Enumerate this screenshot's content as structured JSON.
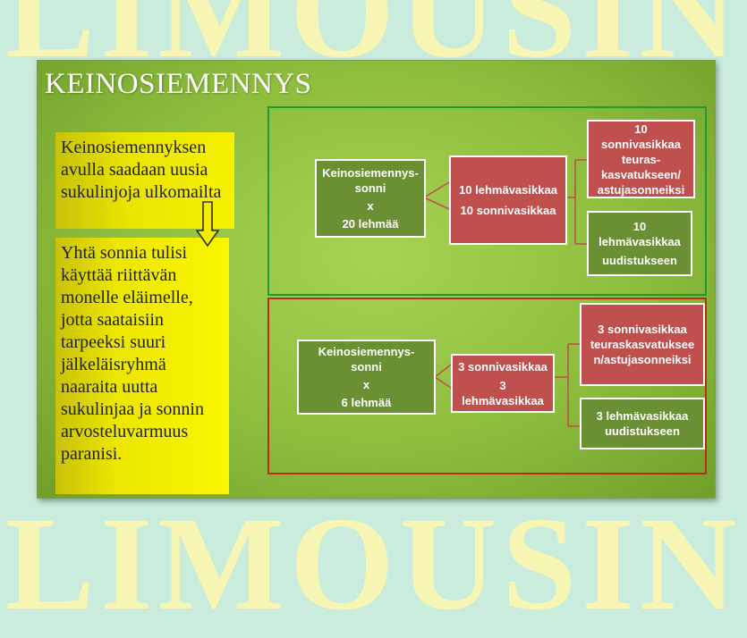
{
  "watermark": {
    "top": "LIMOUSIN",
    "bottom": "LIMOUSIN"
  },
  "slide": {
    "title": "KEINOSIEMENNYS",
    "notes": [
      {
        "text": "Keinosiemennyksen avulla saadaan uusia sukulinjoja ulkomailta"
      },
      {
        "text": "Yhtä sonnia tulisi käyttää riittävän monelle eläimelle, jotta saataisiin tarpeeksi suuri jälkeläisryhmä naaraita uutta sukulinjaa ja sonnin arvosteluvarmuus paranisi."
      }
    ]
  },
  "diagram1": {
    "root": {
      "line1": "Keinosiemennys-",
      "line2": "sonni",
      "line3": "x",
      "line4": "20 lehmää"
    },
    "middle": {
      "line1": "10 lehmävasikkaa",
      "line2": "10 sonnivasikkaa"
    },
    "leaf_top": {
      "line1": "10",
      "line2": "sonnivasikkaa",
      "line3": "teuras-",
      "line4": "kasvatukseen/",
      "line5": "astujasonneiksi"
    },
    "leaf_bottom": {
      "line1": "10",
      "line2": "lehmävasikkaa",
      "line3": "uudistukseen"
    }
  },
  "diagram2": {
    "root": {
      "line1": "Keinosiemennys-",
      "line2": "sonni",
      "line3": "x",
      "line4": "6 lehmää"
    },
    "middle": {
      "line1": "3 sonnivasikkaa",
      "line2": "3",
      "line3": "lehmävasikkaa"
    },
    "leaf_top": {
      "line1": "3 sonnivasikkaa",
      "line2": "teuraskasvatuksee",
      "line3": "n/astujasonneiksi"
    },
    "leaf_bottom": {
      "line1": "3 lehmävasikkaa",
      "line2": "uudistukseen"
    }
  },
  "colors": {
    "background": "#c9ecdc",
    "slide_green": "#8ebd3e",
    "note_yellow": "#f7f100",
    "box_olive": "#6b8f33",
    "box_rose": "#c0504d",
    "frame_green": "#1f9a34",
    "frame_red": "#c0281a",
    "connector": "#c0504d"
  }
}
